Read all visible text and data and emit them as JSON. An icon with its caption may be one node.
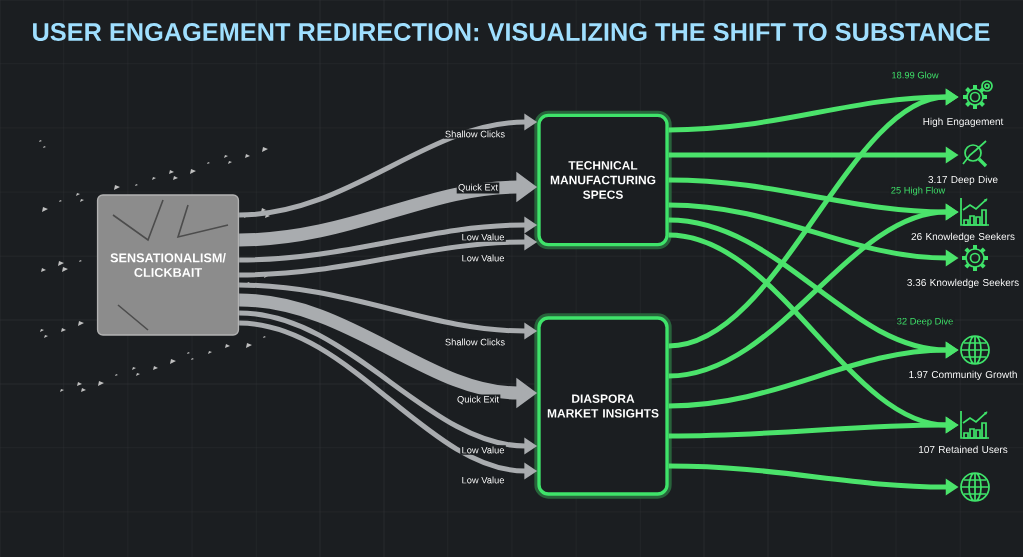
{
  "diagram": {
    "title": "USER ENGAGEMENT REDIRECTION: VISUALIZING THE SHIFT TO SUBSTANCE",
    "nodes": [
      {
        "text": [
          "SENSATIONALISM/ CLICKBAIT"
        ]
      },
      {
        "text": [
          "TECHNICAL MANUFACTURING SPECS"
        ]
      },
      {
        "text": [
          "DIASPORA MARKET INSIGHTS"
        ]
      },
      {
        "text": [],
        "shape": "picture",
        "beside": [
          "High Engagement"
        ]
      },
      {
        "text": [],
        "shape": "picture",
        "beside": [
          "3.17 Deep Dive"
        ]
      },
      {
        "text": [],
        "shape": "picture",
        "beside": [
          "26 Knowledge Seekers"
        ]
      },
      {
        "text": [],
        "shape": "picture",
        "beside": [
          "3.36 Knowledge Seekers"
        ]
      },
      {
        "text": [],
        "shape": "picture",
        "beside": [
          "1.97 Community Growth"
        ]
      },
      {
        "text": [],
        "shape": "picture",
        "beside": [
          "107 Retained Users"
        ]
      },
      {
        "text": [],
        "shape": "picture"
      }
    ],
    "edges": [
      {
        "from": 0,
        "to": 1,
        "arrow": "to",
        "label": "Shallow Clicks",
        "color": "#a9acaf"
      },
      {
        "from": 0,
        "to": 1,
        "arrow": "to",
        "label": "Quick Ext",
        "style": "thick",
        "color": "#a9acaf"
      },
      {
        "from": 0,
        "to": 1,
        "arrow": "to",
        "label": "Low Value",
        "color": "#a9acaf"
      },
      {
        "from": 0,
        "to": 1,
        "arrow": "to",
        "label": "Low Value",
        "color": "#a9acaf"
      },
      {
        "from": 0,
        "to": 2,
        "arrow": "to",
        "label": "Shallow Clicks",
        "color": "#a9acaf"
      },
      {
        "from": 0,
        "to": 2,
        "arrow": "to",
        "label": "Quick Exit",
        "style": "thick",
        "color": "#a9acaf"
      },
      {
        "from": 0,
        "to": 2,
        "arrow": "to",
        "label": "Low Value",
        "color": "#a9acaf"
      },
      {
        "from": 0,
        "to": 2,
        "arrow": "to",
        "label": "Low Value",
        "color": "#a9acaf"
      },
      {
        "from": 1,
        "to": 3,
        "arrow": "to",
        "label": "18.99 Glow",
        "color": "#4be36b"
      },
      {
        "from": 1,
        "to": 4,
        "arrow": "to",
        "color": "#4be36b"
      },
      {
        "from": 1,
        "to": 5,
        "arrow": "to",
        "label": "25 High Flow",
        "color": "#4be36b"
      },
      {
        "from": 1,
        "to": 6,
        "arrow": "to",
        "color": "#4be36b"
      },
      {
        "from": 1,
        "to": 7,
        "arrow": "to",
        "color": "#4be36b"
      },
      {
        "from": 1,
        "to": 8,
        "arrow": "to",
        "color": "#4be36b"
      },
      {
        "from": 2,
        "to": 3,
        "arrow": "to",
        "color": "#4be36b"
      },
      {
        "from": 2,
        "to": 5,
        "arrow": "to",
        "color": "#4be36b"
      },
      {
        "from": 2,
        "to": 7,
        "arrow": "to",
        "label": "32 Deep Dive",
        "color": "#4be36b"
      },
      {
        "from": 2,
        "to": 8,
        "arrow": "to",
        "color": "#4be36b"
      },
      {
        "from": 2,
        "to": 9,
        "arrow": "to",
        "color": "#4be36b"
      }
    ]
  }
}
